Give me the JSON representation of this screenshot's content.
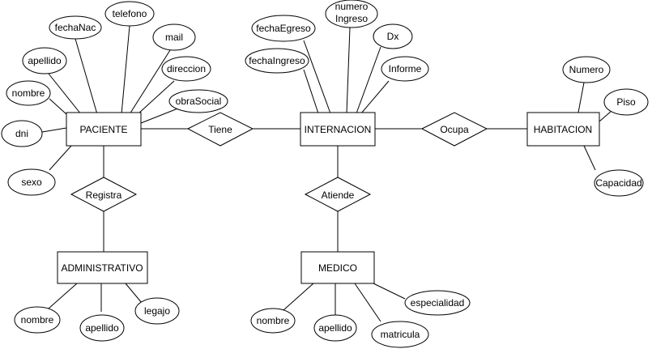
{
  "entities": {
    "paciente": "PACIENTE",
    "internacion": "INTERNACION",
    "habitacion": "HABITACION",
    "administrativo": "ADMINISTRATIVO",
    "medico": "MEDICO"
  },
  "relationships": {
    "tiene": "Tiene",
    "ocupa": "Ocupa",
    "registra": "Registra",
    "atiende": "Atiende"
  },
  "attributes": {
    "paciente": {
      "fecha_nac": "fechaNac",
      "telefono": "telefono",
      "apellido": "apellido",
      "mail": "mail",
      "direccion": "direccion",
      "nombre": "nombre",
      "obra_social": "obraSocial",
      "dni": "dni",
      "sexo": "sexo"
    },
    "internacion": {
      "numero_ingreso_line1": "numero",
      "numero_ingreso_line2": "Ingreso",
      "fecha_egreso": "fechaEgreso",
      "dx": "Dx",
      "fecha_ingreso": "fechaIngreso",
      "informe": "Informe"
    },
    "habitacion": {
      "numero": "Numero",
      "piso": "Piso",
      "capacidad": "Capacidad"
    },
    "administrativo": {
      "nombre": "nombre",
      "apellido": "apellido",
      "legajo": "legajo"
    },
    "medico": {
      "nombre": "nombre",
      "apellido": "apellido",
      "matricula": "matricula",
      "especialidad": "especialidad"
    }
  },
  "colors": {
    "stroke": "#000000",
    "fill": "#ffffff",
    "text": "#000000"
  }
}
